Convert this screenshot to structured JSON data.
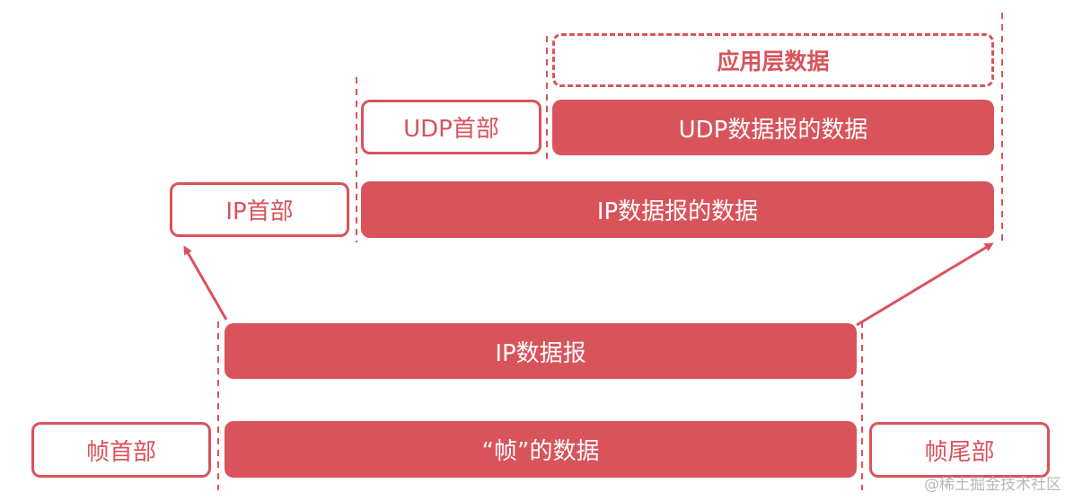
{
  "layers": {
    "application": {
      "label": "应用层数据"
    },
    "udp": {
      "header": "UDP首部",
      "data": "UDP数据报的数据"
    },
    "ip": {
      "header": "IP首部",
      "data": "IP数据报的数据"
    },
    "datagram": {
      "label": "IP数据报"
    },
    "frame": {
      "header": "帧首部",
      "data": "“帧”的数据",
      "trailer": "帧尾部"
    }
  },
  "watermark": "@稀土掘金技术社区",
  "colors": {
    "accent": "#d9535b",
    "background": "#ffffff"
  }
}
